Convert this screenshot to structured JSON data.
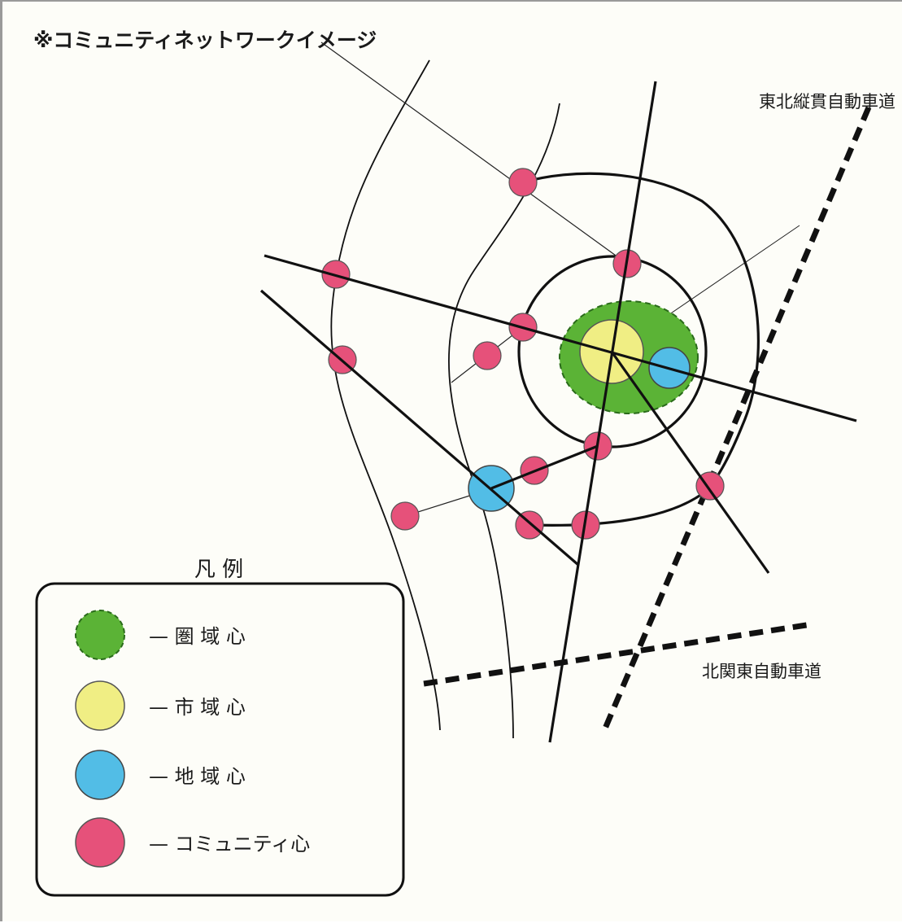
{
  "title": "※コミュニティネットワークイメージ",
  "roads": {
    "expressway_tohoku": "東北縦貫自動車道",
    "expressway_kitakanto": "北関東自動車道"
  },
  "legend": {
    "title": "凡 例",
    "items": [
      {
        "label": "— 圏 域 心",
        "color": "#5bb336",
        "border": "dashed"
      },
      {
        "label": "— 市 域 心",
        "color": "#f0ee84",
        "border": "solid"
      },
      {
        "label": "— 地 域 心",
        "color": "#52bde6",
        "border": "solid"
      },
      {
        "label": "— コミュニティ心",
        "color": "#e6517a",
        "border": "solid"
      }
    ]
  },
  "colors": {
    "wide_area_center": "#5bb336",
    "city_center": "#f0ee84",
    "district_center": "#52bde6",
    "community_center": "#e6517a",
    "lines": "#111111"
  }
}
